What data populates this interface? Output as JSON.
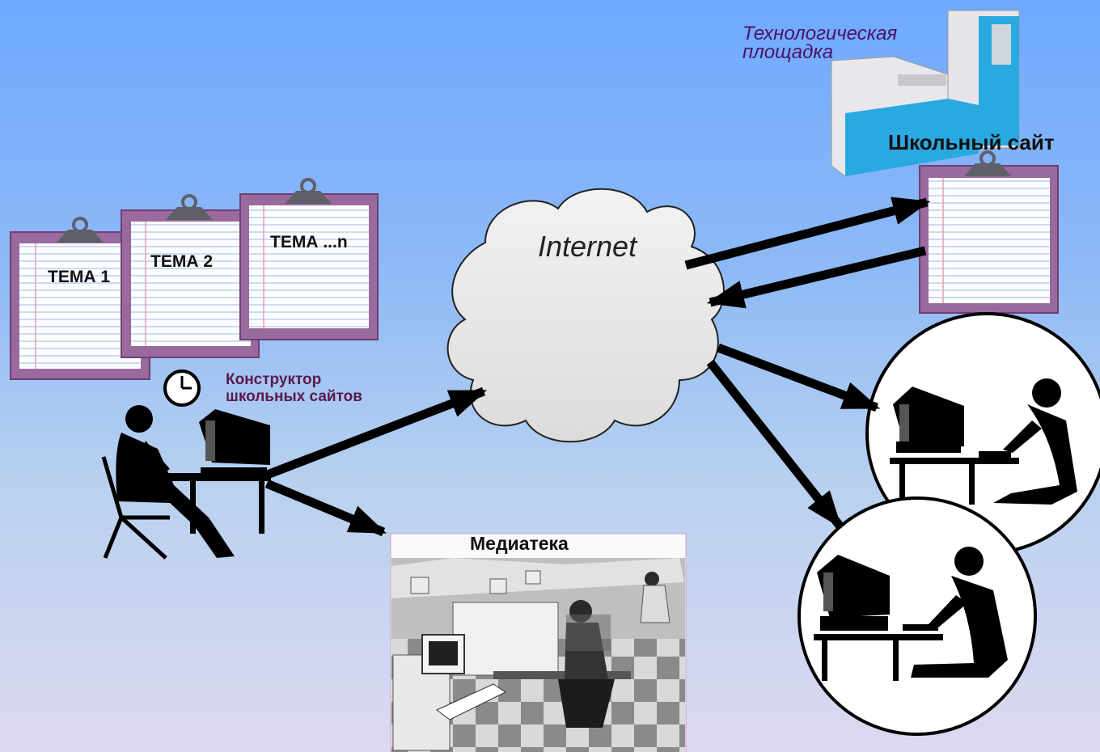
{
  "topics": {
    "items": [
      {
        "label": "ТЕМА 1"
      },
      {
        "label": "ТЕМА 2"
      },
      {
        "label": "ТЕМА ...n"
      }
    ]
  },
  "builder": {
    "label_line1": "Конструктор",
    "label_line2": "школьных сайтов",
    "clock_icon": "clock-icon",
    "person_icon": "person-at-computer-icon"
  },
  "internet": {
    "label": "Internet",
    "icon": "cloud-icon"
  },
  "hosting": {
    "label_line1": "Технологическая",
    "label_line2": "площадка",
    "icon": "server-icon"
  },
  "school_site": {
    "label": "Школьный сайт",
    "icon": "clipboard-icon"
  },
  "media_library": {
    "label": "Медиатека",
    "icon": "computer-lab-icon"
  },
  "users": {
    "icons": [
      "user-woman-at-computer-icon",
      "user-man-at-computer-icon"
    ]
  },
  "colors": {
    "background_top": "#6fa9ff",
    "background_bottom": "#ddd9f0",
    "clipboard_frame": "#9a6a9e",
    "arrow": "#000000",
    "cloud": "#e9e9e9"
  }
}
